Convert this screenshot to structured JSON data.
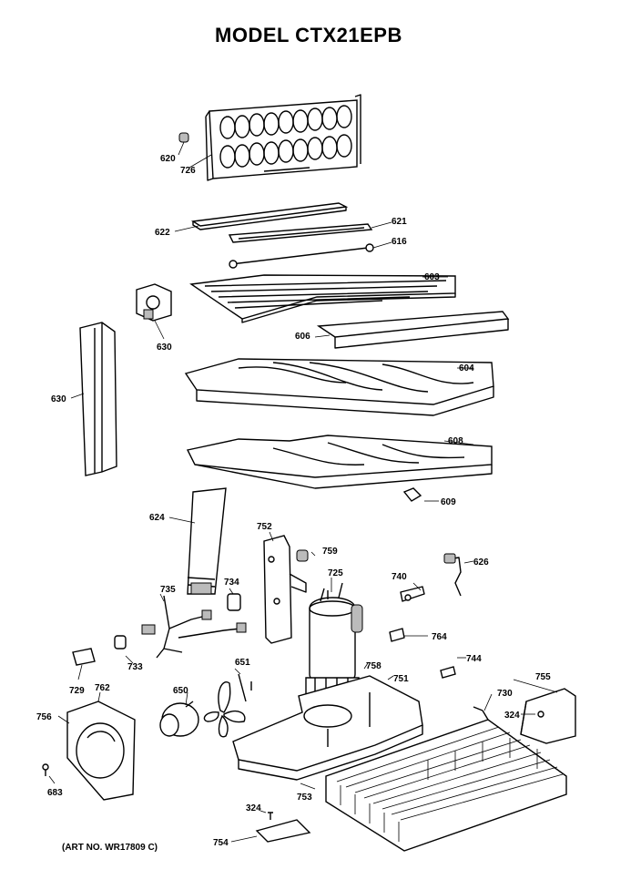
{
  "title": "MODEL CTX21EPB",
  "art_number": "(ART NO. WR17809 C)",
  "parts": [
    {
      "id": "620",
      "label": "620"
    },
    {
      "id": "726",
      "label": "726"
    },
    {
      "id": "622",
      "label": "622"
    },
    {
      "id": "621",
      "label": "621"
    },
    {
      "id": "616",
      "label": "616"
    },
    {
      "id": "603",
      "label": "603"
    },
    {
      "id": "630a",
      "label": "630"
    },
    {
      "id": "606",
      "label": "606"
    },
    {
      "id": "630b",
      "label": "630"
    },
    {
      "id": "604",
      "label": "604"
    },
    {
      "id": "608",
      "label": "608"
    },
    {
      "id": "609",
      "label": "609"
    },
    {
      "id": "624",
      "label": "624"
    },
    {
      "id": "752",
      "label": "752"
    },
    {
      "id": "759",
      "label": "759"
    },
    {
      "id": "725",
      "label": "725"
    },
    {
      "id": "740",
      "label": "740"
    },
    {
      "id": "626",
      "label": "626"
    },
    {
      "id": "735",
      "label": "735"
    },
    {
      "id": "734",
      "label": "734"
    },
    {
      "id": "764",
      "label": "764"
    },
    {
      "id": "744",
      "label": "744"
    },
    {
      "id": "733",
      "label": "733"
    },
    {
      "id": "651",
      "label": "651"
    },
    {
      "id": "758",
      "label": "758"
    },
    {
      "id": "751",
      "label": "751"
    },
    {
      "id": "729",
      "label": "729"
    },
    {
      "id": "762",
      "label": "762"
    },
    {
      "id": "650",
      "label": "650"
    },
    {
      "id": "730",
      "label": "730"
    },
    {
      "id": "755",
      "label": "755"
    },
    {
      "id": "324a",
      "label": "324"
    },
    {
      "id": "756",
      "label": "756"
    },
    {
      "id": "683",
      "label": "683"
    },
    {
      "id": "753",
      "label": "753"
    },
    {
      "id": "324b",
      "label": "324"
    },
    {
      "id": "754",
      "label": "754"
    }
  ]
}
